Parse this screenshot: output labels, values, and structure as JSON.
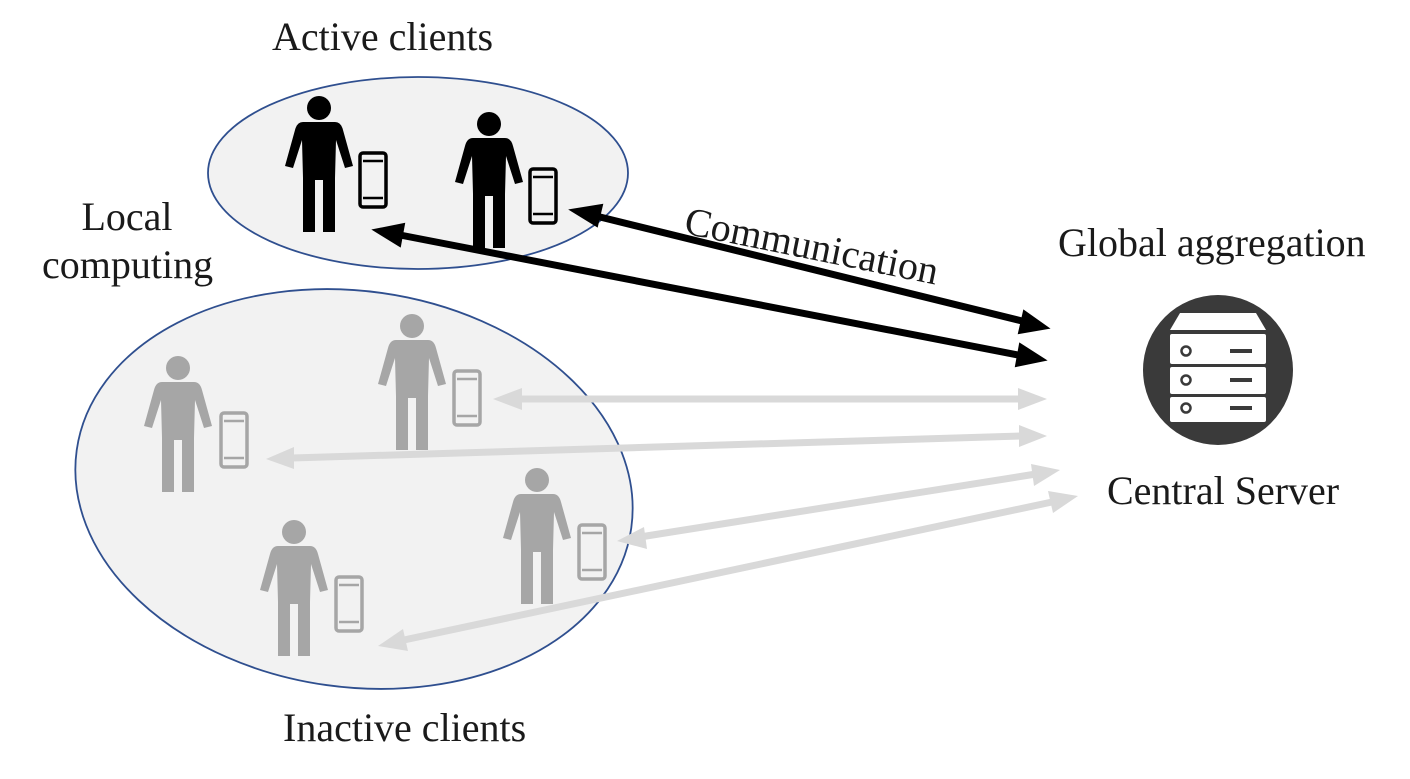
{
  "labels": {
    "active_clients": "Active clients",
    "local_computing_line1": "Local",
    "local_computing_line2": "computing",
    "communication": "Communication",
    "global_aggregation": "Global aggregation",
    "central_server": "Central Server",
    "inactive_clients": "Inactive clients"
  },
  "colors": {
    "active_client": "#000000",
    "inactive_client": "#a6a6a6",
    "active_arrow": "#000000",
    "inactive_arrow": "#d9d9d9",
    "group_fill": "#f2f2f2",
    "group_border": "#2f4f8f",
    "server_circle": "#3a3a3a",
    "server_body": "#ffffff"
  },
  "icons": {
    "client": "person-with-phone-icon",
    "server": "server-rack-icon"
  }
}
